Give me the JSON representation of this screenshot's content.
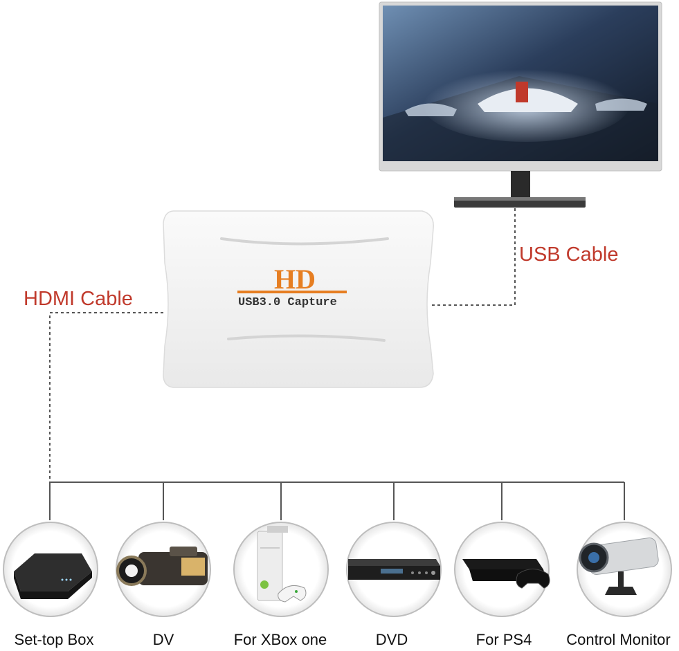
{
  "cables": {
    "hdmi": "HDMI Cable",
    "usb": "USB Cable"
  },
  "capture": {
    "brand": "HD",
    "model": "USB3.0 Capture"
  },
  "devices": [
    {
      "label": "Set-top Box",
      "icon": "set-top-box-icon"
    },
    {
      "label": "DV",
      "icon": "camcorder-icon"
    },
    {
      "label": "For XBox one",
      "icon": "xbox-console-icon"
    },
    {
      "label": "DVD",
      "icon": "dvd-player-icon"
    },
    {
      "label": "For PS4",
      "icon": "ps4-console-icon"
    },
    {
      "label": "Control Monitor",
      "icon": "security-camera-icon"
    }
  ],
  "colors": {
    "cable_label": "#c0392b",
    "brand": "#e67e22",
    "line": "#555555"
  }
}
